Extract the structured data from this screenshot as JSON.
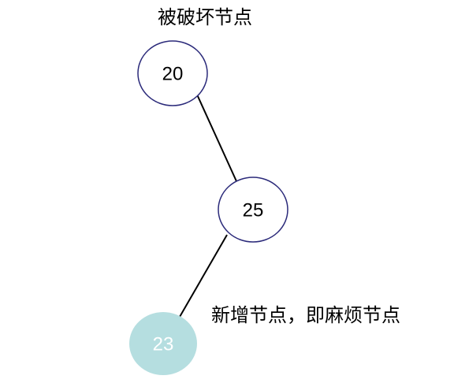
{
  "labels": {
    "damaged_node": "被破坏节点",
    "new_node": "新增节点，即麻烦节点"
  },
  "nodes": [
    {
      "id": "n20",
      "value": "20"
    },
    {
      "id": "n25",
      "value": "25"
    },
    {
      "id": "n23",
      "value": "23"
    }
  ],
  "colors": {
    "node_border": "#2b2a7a",
    "node_fill": "#ffffff",
    "node_text": "#000000",
    "new_node_fill": "#b5dee0",
    "new_node_text": "#ffffff",
    "edge": "#000000"
  }
}
